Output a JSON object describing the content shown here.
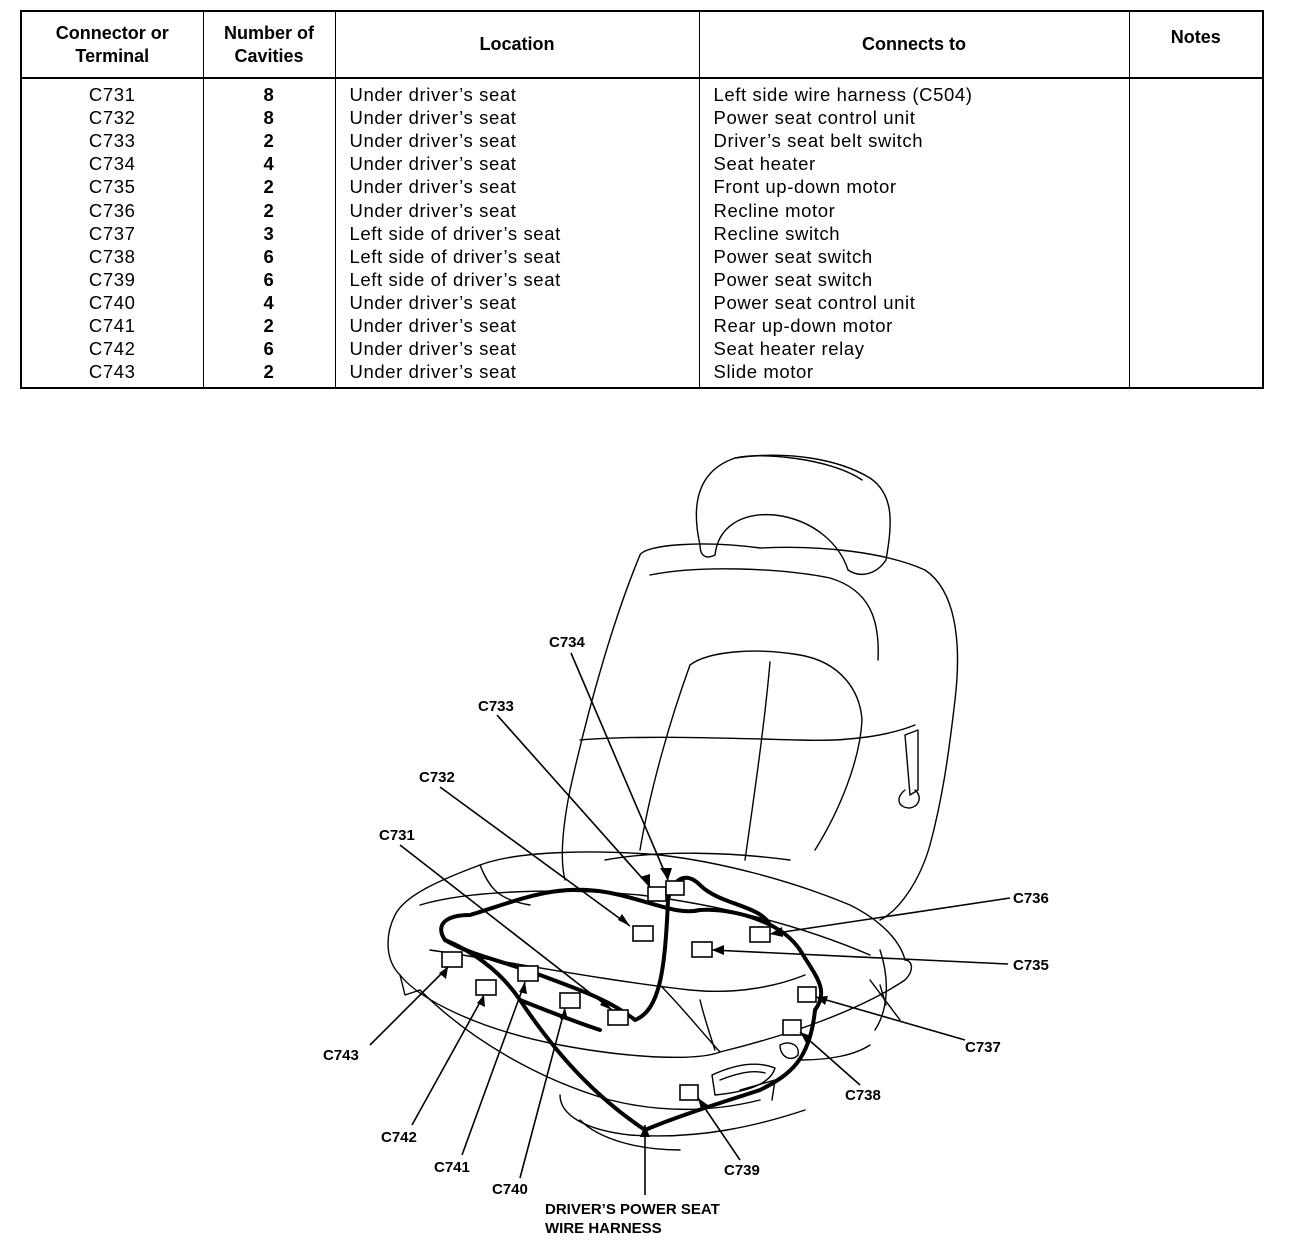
{
  "table": {
    "headers": {
      "connector": [
        "Connector or",
        "Terminal"
      ],
      "cavities": [
        "Number of",
        "Cavities"
      ],
      "location": "Location",
      "connects_to": "Connects to",
      "notes": "Notes"
    },
    "rows": [
      {
        "connector": "C731",
        "cavities": "8",
        "location": "Under driver’s seat",
        "connects_to": "Left side wire harness (C504)",
        "notes": ""
      },
      {
        "connector": "C732",
        "cavities": "8",
        "location": "Under driver’s seat",
        "connects_to": "Power seat control unit",
        "notes": ""
      },
      {
        "connector": "C733",
        "cavities": "2",
        "location": "Under driver’s seat",
        "connects_to": "Driver’s seat belt switch",
        "notes": ""
      },
      {
        "connector": "C734",
        "cavities": "4",
        "location": "Under driver’s seat",
        "connects_to": "Seat heater",
        "notes": ""
      },
      {
        "connector": "C735",
        "cavities": "2",
        "location": "Under driver’s seat",
        "connects_to": "Front up-down motor",
        "notes": ""
      },
      {
        "connector": "C736",
        "cavities": "2",
        "location": "Under driver’s seat",
        "connects_to": "Recline motor",
        "notes": ""
      },
      {
        "connector": "C737",
        "cavities": "3",
        "location": "Left side of driver’s seat",
        "connects_to": "Recline switch",
        "notes": ""
      },
      {
        "connector": "C738",
        "cavities": "6",
        "location": "Left side of driver’s seat",
        "connects_to": "Power seat switch",
        "notes": ""
      },
      {
        "connector": "C739",
        "cavities": "6",
        "location": "Left side of driver’s seat",
        "connects_to": "Power seat switch",
        "notes": ""
      },
      {
        "connector": "C740",
        "cavities": "4",
        "location": "Under driver’s seat",
        "connects_to": "Power seat control unit",
        "notes": ""
      },
      {
        "connector": "C741",
        "cavities": "2",
        "location": "Under driver’s seat",
        "connects_to": "Rear up-down motor",
        "notes": ""
      },
      {
        "connector": "C742",
        "cavities": "6",
        "location": "Under driver’s seat",
        "connects_to": "Seat heater relay",
        "notes": ""
      },
      {
        "connector": "C743",
        "cavities": "2",
        "location": "Under driver’s seat",
        "connects_to": "Slide motor",
        "notes": ""
      }
    ]
  },
  "diagram": {
    "callouts": {
      "c731": "C731",
      "c732": "C732",
      "c733": "C733",
      "c734": "C734",
      "c735": "C735",
      "c736": "C736",
      "c737": "C737",
      "c738": "C738",
      "c739": "C739",
      "c740": "C740",
      "c741": "C741",
      "c742": "C742",
      "c743": "C743"
    },
    "harness_label": [
      "DRIVER’S POWER SEAT",
      "WIRE HARNESS"
    ]
  }
}
